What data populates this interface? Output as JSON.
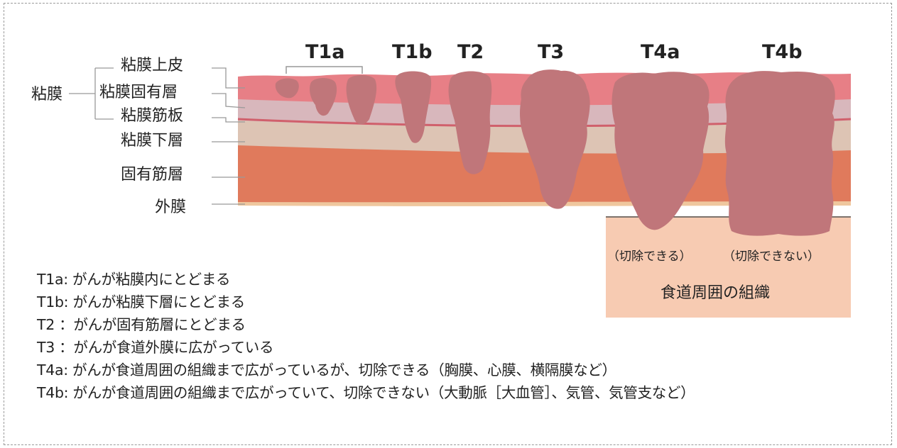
{
  "stages": [
    "T1a",
    "T1b",
    "T2",
    "T3",
    "T4a",
    "T4b"
  ],
  "labels": {
    "mucosa": "粘膜",
    "epithelium": "粘膜上皮",
    "lamina_propria": "粘膜固有層",
    "muscularis_mucosae": "粘膜筋板",
    "submucosa": "粘膜下層",
    "muscularis_propria": "固有筋層",
    "adventitia": "外膜"
  },
  "surrounding_tissue": {
    "title": "食道周囲の組織",
    "resectable": "（切除できる）",
    "unresectable": "（切除できない）"
  },
  "legend": [
    "T1a: がんが粘膜内にとどまる",
    "T1b: がんが粘膜下層にとどまる",
    "T2 ：がんが固有筋層にとどまる",
    "T3 ：がんが食道外膜に広がっている",
    "T4a: がんが食道周囲の組織まで広がっているが、切除できる（胸膜、心膜、横隔膜など）",
    "T4b: がんが食道周囲の組織まで広がっていて、切除できない（大動脈［大血管］、気管、気管支など）"
  ],
  "colors": {
    "epithelium": "#e77f86",
    "muscularis_mucosae": "#d8b7bc",
    "mucosa_line": "#d0606c",
    "submucosa": "#ddc4b4",
    "muscularis_propria": "#e07a5c",
    "adventitia": "#efc79e",
    "surrounding_tissue": "#f7cbb2",
    "tumor": "#c0767a",
    "label_line": "#999999"
  }
}
